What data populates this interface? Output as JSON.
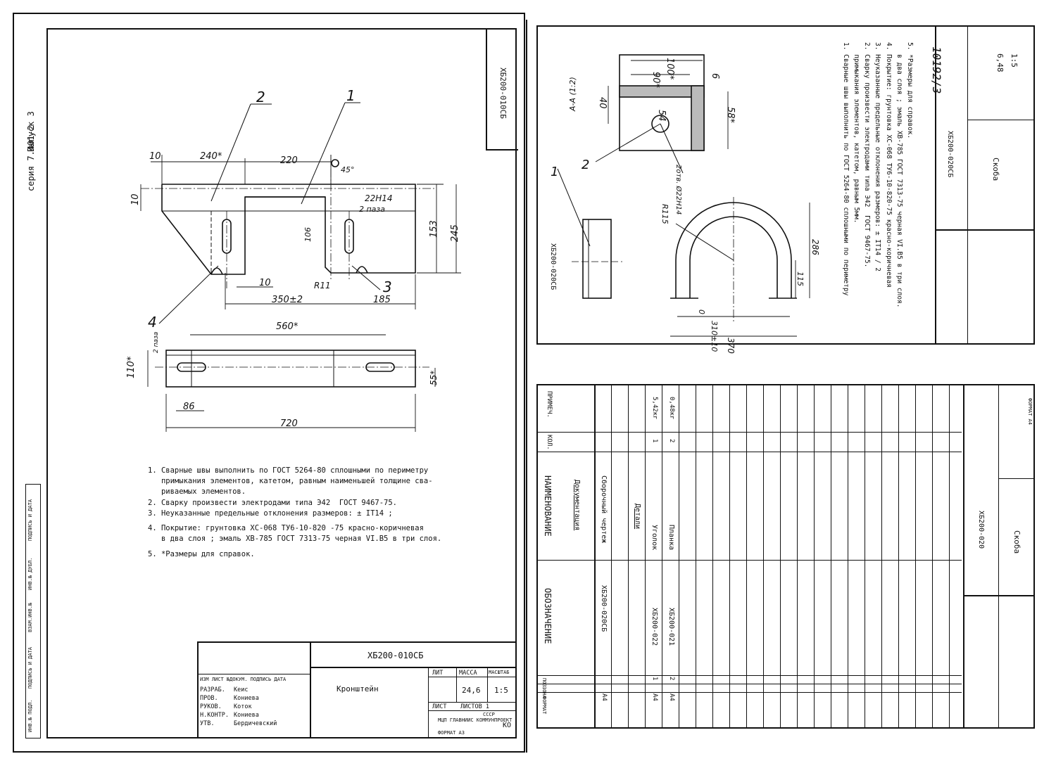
{
  "series_label": "серия 7.401-2",
  "issue_label": "Выпуск 3",
  "left_sheet": {
    "corner_code": "ХБ200-010СБ",
    "callouts": [
      "1",
      "2",
      "3",
      "4"
    ],
    "dims_top": {
      "d10a": "10",
      "d240": "240*",
      "d220": "220",
      "d10v": "10",
      "d22h": "22Н14",
      "slots": "2 паза",
      "d153": "153",
      "d245": "245",
      "d106": "106",
      "d10b": "10",
      "r11": "R11",
      "d350": "350±2",
      "d185": "185",
      "d45": "45°"
    },
    "dims_bottom": {
      "d560": "560*",
      "d110": "110*",
      "slots2": "2 паза",
      "d86": "86",
      "d55": "55*",
      "d720": "720"
    },
    "notes": [
      "1. Сварные швы выполнить по ГОСТ 5264-80 сплошными по периметру",
      "   примыкания элементов, катетом, равным наименьшей толщине сва-",
      "   риваемых элементов.",
      "2. Сварку произвести электродами типа Э42  ГОСТ 9467-75.",
      "3. Неуказанные предельные отклонения размеров: ± IT14 ;",
      "4. Покрытие: грунтовка ХС-068 ТУ6-10-820 -75 красно-коричневая",
      "   в два слоя ; эмаль ХВ-785 ГОСТ 7313-75 черная VI.В5 в три слоя.",
      "5. *Размеры для справок."
    ],
    "stamp": {
      "code": "ХБ200-010СБ",
      "name": "Кронштейн",
      "head_lit": "ЛИТ",
      "head_mass": "МАССА",
      "head_scale": "МАСШТАБ",
      "mass": "24,6",
      "scale": "1:5",
      "sheet": "ЛИСТ",
      "sheets": "ЛИСТОВ  1",
      "org": "МЦП ГЛАВНИИС КОММУНПРОЕКТ",
      "country": "СССР",
      "org_code": "КО",
      "format": "ФОРМАТ А3",
      "roles": [
        "ИЗМ",
        "РАЗРАБ.",
        "ПРОВ.",
        "РУКОВ.",
        "Н.КОНТР.",
        "УТВ."
      ],
      "names": [
        "№ ДОКУМ.",
        "Кеис",
        "Кониева",
        "Коток",
        "Кониева",
        "Бердичевский"
      ],
      "header_cols": "ИЗМ ЛИСТ №ДОКУМ. ПОДПИСЬ ДАТА"
    }
  },
  "right_top_sheet": {
    "code": "ХБ200-020СБ",
    "side_code": "ХБ200-020СБ",
    "name": "Скоба",
    "mass": "6,48",
    "scale": "1:5",
    "section": "А-А (1:2)",
    "callouts": [
      "1",
      "2"
    ],
    "dims": {
      "d100": "100*",
      "d90": "90*",
      "d40": "40",
      "d6": "6",
      "d54": "54",
      "d58": "58*",
      "r115": "R115",
      "hole": "2отв. Ø22Н14",
      "d286": "286",
      "d115": "115",
      "d310": "310±10",
      "d370": "370",
      "d0": "0"
    },
    "notes": [
      "1. Сварные швы выполнить по ГОСТ 5264-80 сплошными по периметру",
      "   примыкания элементов, катетом, равным 5мм.",
      "2. Сварку произвести электродами типа Э42  ГОСТ 9467-75.",
      "3. Неуказанные предельные отклонения размеров: ± IT14 / 2",
      "4. Покрытие: грунтовка ХС-068 ТУ6-10-820-75 красно-коричневая",
      "   в два слоя ; эмаль ХВ-785 ГОСТ 7313-75 черная VI.В5 в три слоя.",
      "5. *Размеры для справок."
    ],
    "inventory_no": "10192/3"
  },
  "right_bottom_sheet": {
    "headers": [
      "ФОРМАТ",
      "ЗОНА",
      "ПОЗ.",
      "ОБОЗНАЧЕНИЕ",
      "НАИМЕНОВАНИЕ",
      "КОЛ.",
      "ПРИМЕЧ."
    ],
    "rows": [
      {
        "fmt": "",
        "zone": "",
        "pos": "",
        "code": "",
        "name": "Документация",
        "qty": "",
        "note": ""
      },
      {
        "fmt": "А4",
        "zone": "",
        "pos": "",
        "code": "ХБ200-020СБ",
        "name": "Сборочный чертеж",
        "qty": "",
        "note": ""
      },
      {
        "fmt": "",
        "zone": "",
        "pos": "",
        "code": "",
        "name": "Детали",
        "qty": "",
        "note": ""
      },
      {
        "fmt": "А4",
        "zone": "",
        "pos": "1",
        "code": "ХБ200-022",
        "name": "Уголок",
        "qty": "1",
        "note": "5,42кг"
      },
      {
        "fmt": "А4",
        "zone": "",
        "pos": "2",
        "code": "ХБ200-021",
        "name": "Планка",
        "qty": "2",
        "note": "0,48кг"
      }
    ],
    "code": "ХБ200-020",
    "name": "Скоба",
    "format": "ФОРМАТ А4"
  },
  "side_strip_labels": [
    "ИНВ.№ ПОДЛ.",
    "ПОДПИСЬ И ДАТА",
    "ВЗАМ.ИНВ.№",
    "ИНВ.№ ДУБЛ.",
    "ПОДПИСЬ И ДАТА"
  ]
}
